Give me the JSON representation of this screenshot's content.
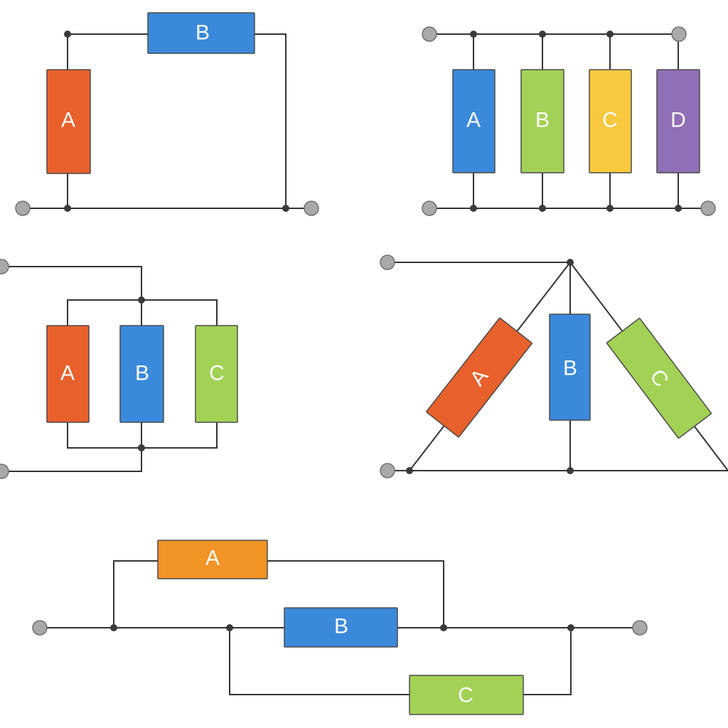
{
  "colors": {
    "orange_red": "#E8602C",
    "blue": "#3B89DB",
    "green": "#A3D156",
    "yellow": "#F8C93F",
    "purple": "#8F6FB5",
    "orange": "#F29426",
    "wire": "#333333",
    "terminal": "#A9A9A9"
  },
  "circuits": [
    {
      "name": "circuit-1",
      "resistors": [
        {
          "label": "A",
          "color": "#E8602C"
        },
        {
          "label": "B",
          "color": "#3B89DB"
        }
      ]
    },
    {
      "name": "circuit-2",
      "resistors": [
        {
          "label": "A",
          "color": "#3B89DB"
        },
        {
          "label": "B",
          "color": "#A3D156"
        },
        {
          "label": "C",
          "color": "#F8C93F"
        },
        {
          "label": "D",
          "color": "#8F6FB5"
        }
      ]
    },
    {
      "name": "circuit-3",
      "resistors": [
        {
          "label": "A",
          "color": "#E8602C"
        },
        {
          "label": "B",
          "color": "#3B89DB"
        },
        {
          "label": "C",
          "color": "#A3D156"
        }
      ]
    },
    {
      "name": "circuit-4",
      "resistors": [
        {
          "label": "A",
          "color": "#E8602C"
        },
        {
          "label": "B",
          "color": "#3B89DB"
        },
        {
          "label": "C",
          "color": "#A3D156"
        }
      ]
    },
    {
      "name": "circuit-5",
      "resistors": [
        {
          "label": "A",
          "color": "#F29426"
        },
        {
          "label": "B",
          "color": "#3B89DB"
        },
        {
          "label": "C",
          "color": "#A3D156"
        }
      ]
    }
  ]
}
